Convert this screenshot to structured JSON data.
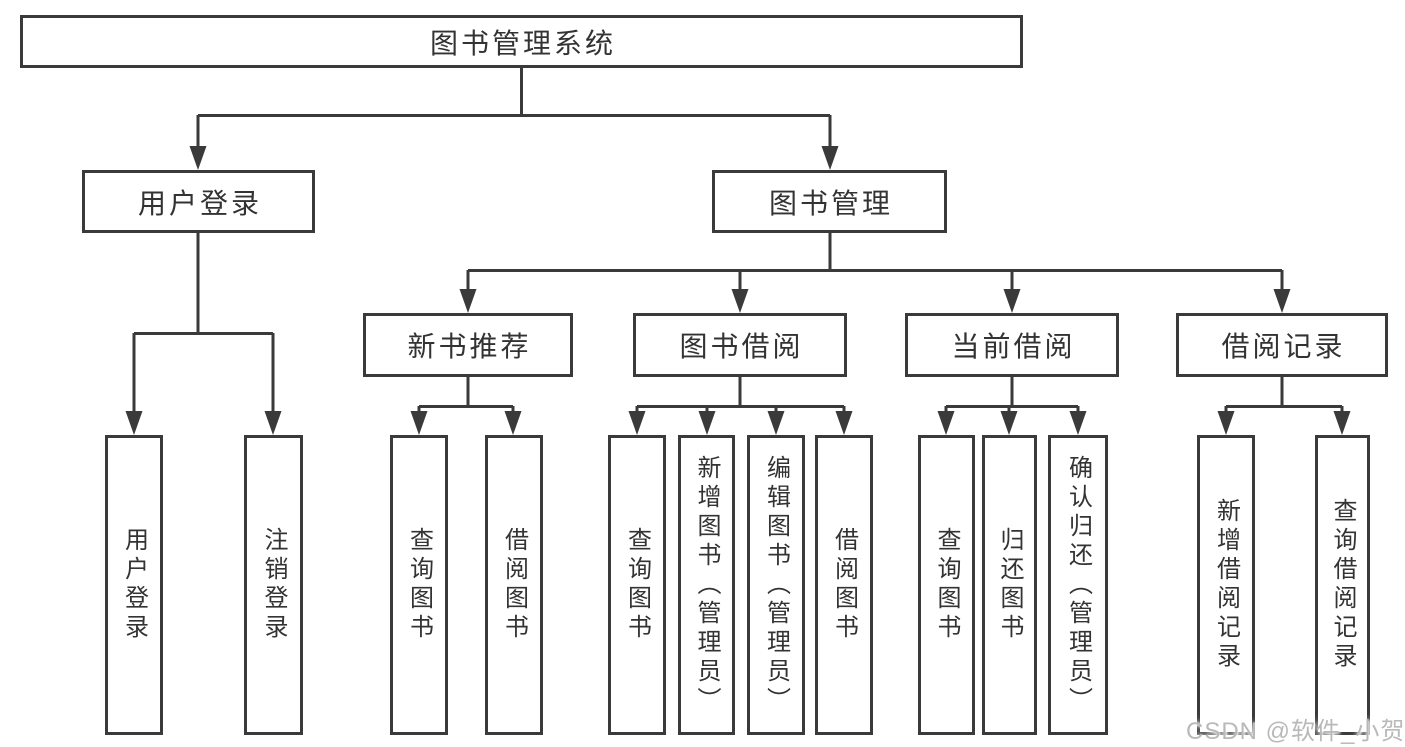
{
  "diagram": {
    "root": {
      "label": "图书管理系统"
    },
    "level2": {
      "user_login": {
        "label": "用户登录"
      },
      "book_mgmt": {
        "label": "图书管理"
      }
    },
    "level3": {
      "new_book_rec": {
        "label": "新书推荐"
      },
      "book_borrow": {
        "label": "图书借阅"
      },
      "current_borrow": {
        "label": "当前借阅"
      },
      "borrow_records": {
        "label": "借阅记录"
      }
    },
    "leaves": {
      "user_login": {
        "label": "用户登录"
      },
      "logout": {
        "label": "注销登录"
      },
      "query_book_rec": {
        "label": "查询图书"
      },
      "borrow_book_rec": {
        "label": "借阅图书"
      },
      "query_book_borrow": {
        "label": "查询图书"
      },
      "add_book_admin": {
        "label": "新增图书（管理员）"
      },
      "edit_book_admin": {
        "label": "编辑图书（管理员）"
      },
      "borrow_book_borrow": {
        "label": "借阅图书"
      },
      "query_book_current": {
        "label": "查询图书"
      },
      "return_book": {
        "label": "归还图书"
      },
      "confirm_return_admin": {
        "label": "确认归还（管理员）"
      },
      "add_borrow_record": {
        "label": "新增借阅记录"
      },
      "query_borrow_record": {
        "label": "查询借阅记录"
      }
    }
  },
  "watermark": {
    "text": "CSDN @软件_小贺同学"
  },
  "colors": {
    "line": "#3a3a3a",
    "box_border": "#3a3a3a",
    "box_fill": "#ffffff",
    "text": "#333333",
    "watermark": "#b9b9b9",
    "background": "#ffffff"
  }
}
